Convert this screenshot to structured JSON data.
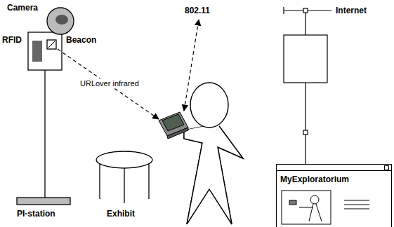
{
  "diagram": {
    "nodes": [
      {
        "text": [
          "MyExploratorium"
        ]
      }
    ],
    "labels": [
      "Camera",
      "RFID",
      "Beacon",
      "URLover infrared",
      "802.11",
      "Internet",
      "PI-station",
      "Exhibit"
    ]
  }
}
